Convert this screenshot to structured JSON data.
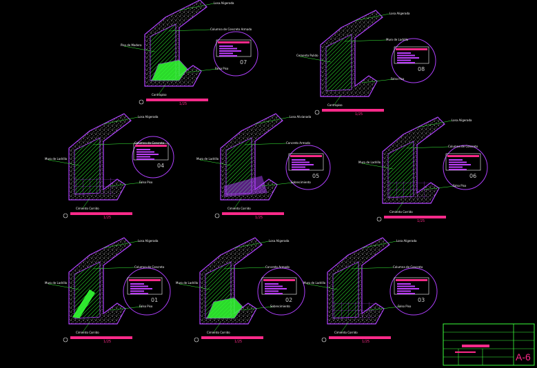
{
  "sheet": {
    "code": "A-6",
    "background": "#000000"
  },
  "colors": {
    "outline": "#b040ff",
    "concrete": "#ffffff",
    "fill": "#33ff33",
    "label": "#ffffff",
    "accent": "#ff2a8a",
    "frame": "#3cff3c"
  },
  "details": [
    {
      "id": "07",
      "scale": "1/25",
      "labels": [
        "Losa Aligerada",
        "Columna de Concreto Armado",
        "Piso de Madera",
        "Falso Piso",
        "Contrapiso"
      ]
    },
    {
      "id": "08",
      "scale": "1/25",
      "labels": [
        "Losa Aligerada",
        "Muro de Ladrillo",
        "Cemento Pulido",
        "Falso Piso",
        "Contrapiso"
      ]
    },
    {
      "id": "04",
      "scale": "1/25",
      "labels": [
        "Losa Aligerada",
        "Columna de Concreto",
        "Muro de Ladrillo",
        "Falso Piso",
        "Cimiento Corrido"
      ]
    },
    {
      "id": "05",
      "scale": "1/25",
      "labels": [
        "Losa Alivianada",
        "Concreto Armado",
        "Muro de Ladrillo",
        "Sobrecimiento",
        "Cimiento Corrido"
      ]
    },
    {
      "id": "06",
      "scale": "1/25",
      "labels": [
        "Losa Aligerada",
        "Columna de Concreto",
        "Muro de Ladrillo",
        "Falso Piso",
        "Cimiento Corrido"
      ]
    },
    {
      "id": "01",
      "scale": "1/25",
      "labels": [
        "Losa Aligerada",
        "Columna de Concreto",
        "Muro de Ladrillo",
        "Falso Piso",
        "Cimiento Corrido"
      ]
    },
    {
      "id": "02",
      "scale": "1/25",
      "labels": [
        "Losa Aligerada",
        "Concreto Armado",
        "Muro de Ladrillo",
        "Sobrecimiento",
        "Cimiento Corrido"
      ]
    },
    {
      "id": "03",
      "scale": "1/25",
      "labels": [
        "Losa Aligerada",
        "Columna de Concreto",
        "Muro de Ladrillo",
        "Falso Piso",
        "Cimiento Corrido"
      ]
    }
  ]
}
